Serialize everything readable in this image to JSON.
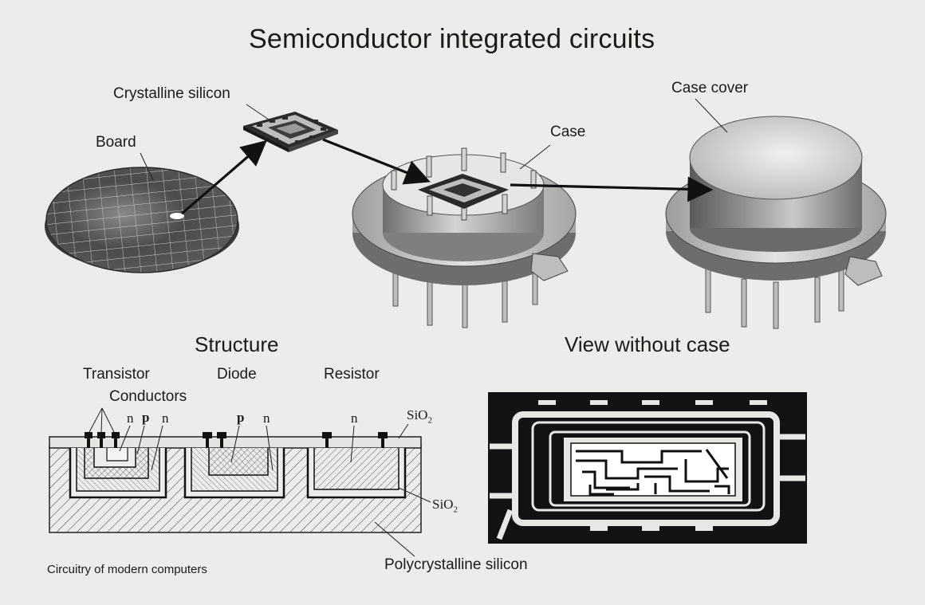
{
  "title": "Semiconductor integrated circuits",
  "top_labels": {
    "crystalline_silicon": "Crystalline silicon",
    "board": "Board",
    "case": "Case",
    "case_cover": "Case cover"
  },
  "sections": {
    "structure": "Structure",
    "view_without_case": "View without case"
  },
  "structure_labels": {
    "transistor": "Transistor",
    "diode": "Diode",
    "resistor": "Resistor",
    "conductors": "Conductors",
    "n1": "n",
    "p1": "p",
    "n2": "n",
    "p2": "p",
    "n3": "n",
    "n4": "n",
    "sio2_top_base": "SiO",
    "sio2_top_sub": "2",
    "sio2_mid_base": "SiO",
    "sio2_mid_sub": "2",
    "polycrystalline_silicon": "Polycrystalline silicon"
  },
  "caption": "Circuitry of modern computers",
  "colors": {
    "background": "#ececea",
    "ink": "#1b1b1b",
    "metal_light": "#d8d8d6",
    "metal_mid": "#a9a9a7",
    "metal_dark": "#6e6e6c"
  }
}
